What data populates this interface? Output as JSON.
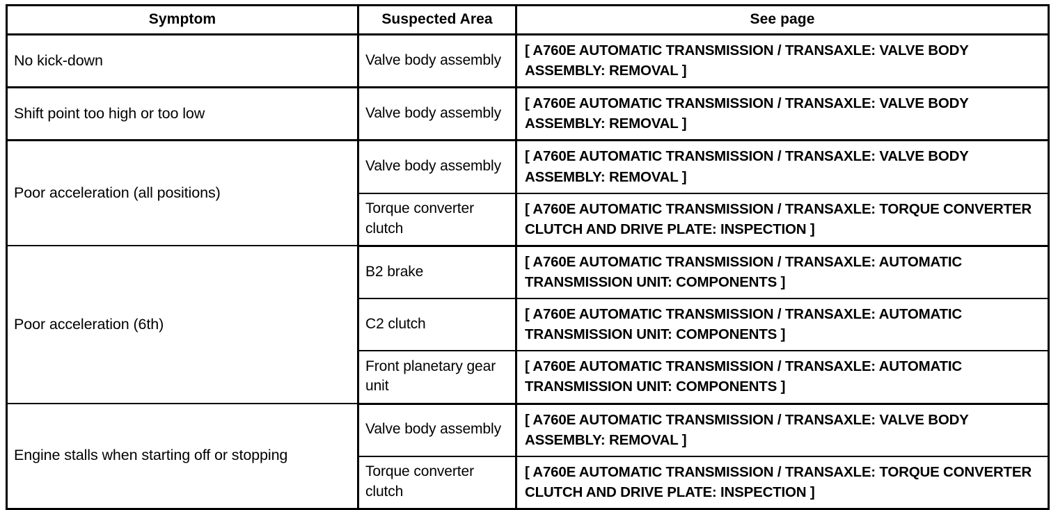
{
  "table": {
    "headers": {
      "symptom": "Symptom",
      "suspected_area": "Suspected Area",
      "see_page": "See page"
    },
    "pages": {
      "valve_body_removal": "[ A760E AUTOMATIC TRANSMISSION / TRANSAXLE: VALVE BODY ASSEMBLY: REMOVAL ]",
      "torque_converter_inspection": "[ A760E AUTOMATIC TRANSMISSION / TRANSAXLE: TORQUE CONVERTER CLUTCH AND DRIVE PLATE: INSPECTION ]",
      "transmission_unit_components": "[ A760E AUTOMATIC TRANSMISSION / TRANSAXLE: AUTOMATIC TRANSMISSION UNIT: COMPONENTS ]"
    },
    "rows": [
      {
        "symptom": "No kick-down",
        "entries": [
          {
            "area": "Valve body assembly",
            "see_page": "[ A760E AUTOMATIC TRANSMISSION / TRANSAXLE: VALVE BODY ASSEMBLY: REMOVAL ]"
          }
        ]
      },
      {
        "symptom": "Shift point too high or too low",
        "entries": [
          {
            "area": "Valve body assembly",
            "see_page": "[ A760E AUTOMATIC TRANSMISSION / TRANSAXLE: VALVE BODY ASSEMBLY: REMOVAL ]"
          }
        ]
      },
      {
        "symptom": "Poor acceleration (all positions)",
        "entries": [
          {
            "area": "Valve body assembly",
            "see_page": "[ A760E AUTOMATIC TRANSMISSION / TRANSAXLE: VALVE BODY ASSEMBLY: REMOVAL ]"
          },
          {
            "area": "Torque converter clutch",
            "see_page": "[ A760E AUTOMATIC TRANSMISSION / TRANSAXLE: TORQUE CONVERTER CLUTCH AND DRIVE PLATE: INSPECTION ]"
          }
        ]
      },
      {
        "symptom": "Poor acceleration (6th)",
        "entries": [
          {
            "area": "B2 brake",
            "see_page": "[ A760E AUTOMATIC TRANSMISSION / TRANSAXLE: AUTOMATIC TRANSMISSION UNIT: COMPONENTS ]"
          },
          {
            "area": "C2 clutch",
            "see_page": "[ A760E AUTOMATIC TRANSMISSION / TRANSAXLE: AUTOMATIC TRANSMISSION UNIT: COMPONENTS ]"
          },
          {
            "area": "Front planetary gear unit",
            "see_page": "[ A760E AUTOMATIC TRANSMISSION / TRANSAXLE: AUTOMATIC TRANSMISSION UNIT: COMPONENTS ]"
          }
        ]
      },
      {
        "symptom": "Engine stalls when starting off or stopping",
        "entries": [
          {
            "area": "Valve body assembly",
            "see_page": "[ A760E AUTOMATIC TRANSMISSION / TRANSAXLE: VALVE BODY ASSEMBLY: REMOVAL ]"
          },
          {
            "area": "Torque converter clutch",
            "see_page": "[ A760E AUTOMATIC TRANSMISSION / TRANSAXLE: TORQUE CONVERTER CLUTCH AND DRIVE PLATE: INSPECTION ]"
          }
        ]
      }
    ]
  },
  "colors": {
    "border": "#000000",
    "text": "#000000",
    "background": "#ffffff"
  }
}
